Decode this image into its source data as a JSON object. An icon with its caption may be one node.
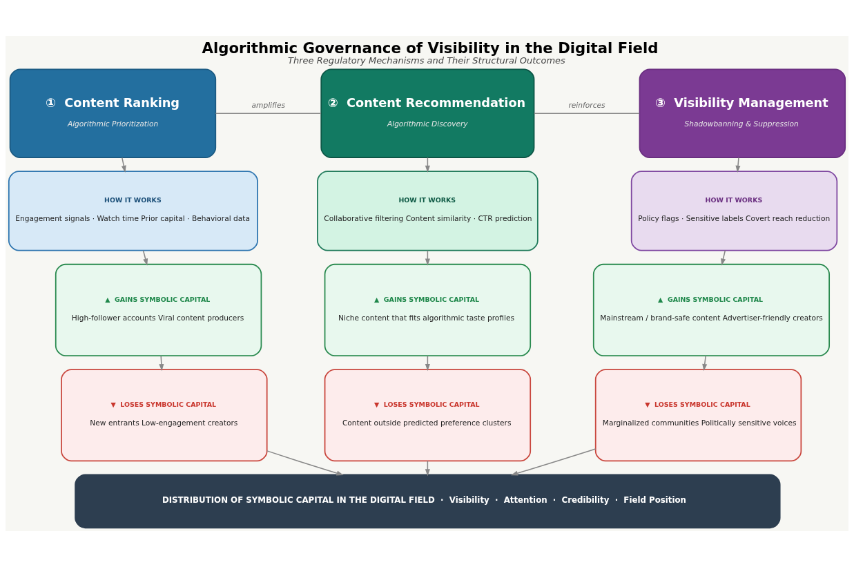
{
  "diagram": {
    "title": "Algorithmic Governance of Visibility in the Digital Field",
    "caption": "Three Regulatory Mechanisms and Their Structural Outcomes",
    "nodes": [
      {
        "text": [
          "①  Content Ranking",
          "Algorithmic Prioritization"
        ]
      },
      {
        "text": [
          "②  Content Recommendation",
          "Algorithmic Discovery"
        ]
      },
      {
        "text": [
          "③  Visibility Management",
          "Shadowbanning & Suppression"
        ]
      },
      {
        "text": [
          "HOW IT WORKS",
          "Engagement signals · Watch time Prior capital · Behavioral data"
        ]
      },
      {
        "text": [
          "HOW IT WORKS",
          "Collaborative filtering Content similarity · CTR prediction"
        ]
      },
      {
        "text": [
          "HOW IT WORKS",
          "Policy flags · Sensitive labels Covert reach reduction"
        ]
      },
      {
        "text": [
          "▲  GAINS SYMBOLIC CAPITAL",
          "High-follower accounts Viral content producers"
        ]
      },
      {
        "text": [
          "▲  GAINS SYMBOLIC CAPITAL",
          "Niche content that fits algorithmic taste profiles"
        ]
      },
      {
        "text": [
          "▲  GAINS SYMBOLIC CAPITAL",
          "Mainstream / brand-safe content Advertiser-friendly creators"
        ]
      },
      {
        "text": [
          "▼  LOSES SYMBOLIC CAPITAL",
          "New entrants Low-engagement creators"
        ]
      },
      {
        "text": [
          "▼  LOSES SYMBOLIC CAPITAL",
          "Content outside predicted preference clusters"
        ]
      },
      {
        "text": [
          "▼  LOSES SYMBOLIC CAPITAL",
          "Marginalized communities Politically sensitive voices"
        ]
      },
      {
        "text": [
          "DISTRIBUTION OF SYMBOLIC CAPITAL IN THE DIGITAL FIELD  ·  Visibility  ·  Attention  ·  Credibility  ·  Field Position"
        ]
      }
    ],
    "edges": [
      {
        "from": 0,
        "to": 1,
        "arrow": "none",
        "label": "amplifies"
      },
      {
        "from": 1,
        "to": 2,
        "arrow": "none",
        "label": "reinforces"
      },
      {
        "from": 0,
        "to": 3,
        "arrow": "to"
      },
      {
        "from": 1,
        "to": 4,
        "arrow": "to"
      },
      {
        "from": 2,
        "to": 5,
        "arrow": "to"
      },
      {
        "from": 3,
        "to": 6,
        "arrow": "to"
      },
      {
        "from": 4,
        "to": 7,
        "arrow": "to"
      },
      {
        "from": 5,
        "to": 8,
        "arrow": "to"
      },
      {
        "from": 6,
        "to": 9,
        "arrow": "to"
      },
      {
        "from": 7,
        "to": 10,
        "arrow": "to"
      },
      {
        "from": 8,
        "to": 11,
        "arrow": "to"
      },
      {
        "from": 9,
        "to": 12,
        "arrow": "to"
      },
      {
        "from": 10,
        "to": 12,
        "arrow": "to"
      },
      {
        "from": 11,
        "to": 12,
        "arrow": "to"
      }
    ]
  }
}
